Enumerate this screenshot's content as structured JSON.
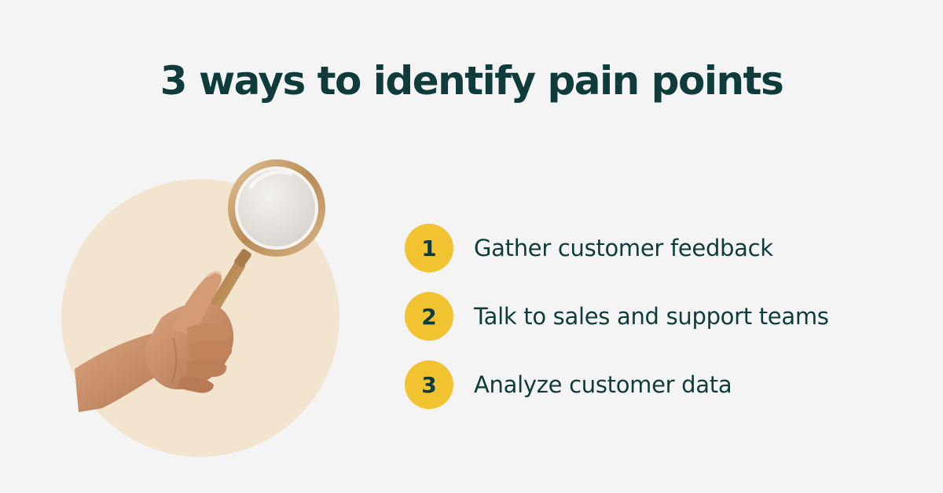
{
  "title": "3 ways to identify pain points",
  "steps": [
    {
      "number": "1",
      "label": "Gather customer feedback"
    },
    {
      "number": "2",
      "label": "Talk to sales and support teams"
    },
    {
      "number": "3",
      "label": "Analyze customer data"
    }
  ],
  "illustration": {
    "icon": "magnifying-glass-icon",
    "subject": "hand-holding-magnifier"
  },
  "colors": {
    "background": "#f4f4f4",
    "text": "#0f3b3a",
    "badge": "#f2c330",
    "circle": "#f2e4cf",
    "skin": "#c98f69",
    "gold": "#c9a574"
  }
}
